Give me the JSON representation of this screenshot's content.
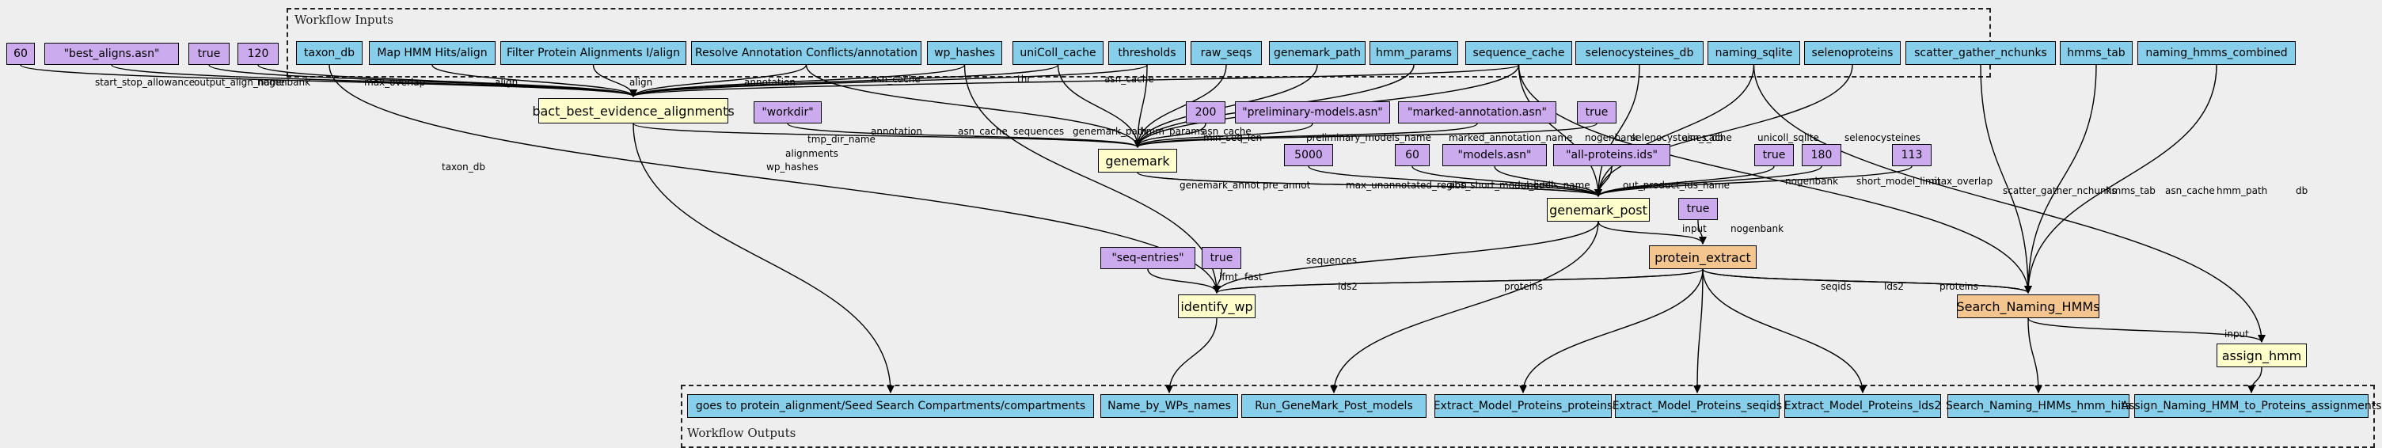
{
  "groups": {
    "inputs_title": "Workflow Inputs",
    "outputs_title": "Workflow Outputs"
  },
  "nodes": {
    "taxon_db": "taxon_db",
    "map_hmm": "Map HMM Hits/align",
    "filter_prot": "Filter Protein Alignments I/align",
    "resolve": "Resolve Annotation Conflicts/annotation",
    "wp_hashes": "wp_hashes",
    "unicoll_cache": "uniColl_cache",
    "thresholds": "thresholds",
    "raw_seqs": "raw_seqs",
    "genemark_path": "genemark_path",
    "hmm_params": "hmm_params",
    "sequence_cache": "sequence_cache",
    "selenocysteines_db": "selenocysteines_db",
    "naming_sqlite": "naming_sqlite",
    "selenoproteins": "selenoproteins",
    "scatter_gather_nchunks": "scatter_gather_nchunks",
    "hmms_tab": "hmms_tab",
    "naming_hmms_combined": "naming_hmms_combined",
    "p60a": "60",
    "best_aligns": "\"best_aligns.asn\"",
    "true1": "true",
    "p120": "120",
    "workdir": "\"workdir\"",
    "p200": "200",
    "prelim": "\"preliminary-models.asn\"",
    "marked": "\"marked-annotation.asn\"",
    "true2": "true",
    "p5000": "5000",
    "p60b": "60",
    "models": "\"models.asn\"",
    "allprot": "\"all-proteins.ids\"",
    "true3": "true",
    "p180": "180",
    "p113": "113",
    "true4": "true",
    "seq_entries": "\"seq-entries\"",
    "true5": "true",
    "bact": "bact_best_evidence_alignments",
    "genemark": "genemark",
    "genemark_post": "genemark_post",
    "protein_extract": "protein_extract",
    "identify_wp": "identify_wp",
    "search_naming": "Search_Naming_HMMs",
    "assign_hmm": "assign_hmm",
    "out_compartments": "goes to protein_alignment/Seed Search Compartments/compartments",
    "out_wp_names": "Name_by_WPs_names",
    "out_genemark_models": "Run_GeneMark_Post_models",
    "out_proteins": "Extract_Model_Proteins_proteins",
    "out_seqids": "Extract_Model_Proteins_seqids",
    "out_lds2": "Extract_Model_Proteins_lds2",
    "out_hmm_hits": "Search_Naming_HMMs_hmm_hits",
    "out_assignments": "Assign_Naming_HMM_to_Proteins_assignments"
  },
  "edge_labels": {
    "start_stop": "start_stop_allowance",
    "output_align": "output_align_name",
    "nogenbank": "nogenbank",
    "max_overlap": "max_overlap",
    "align": "align",
    "annotation": "annotation",
    "asn_cache": "asn_cache",
    "thr": "thr",
    "alignments": "alignments",
    "tmp_dir_name": "tmp_dir_name",
    "sequences": "sequences",
    "genemark_path": "genemark_path",
    "hmm_params": "hmm_params",
    "min_seq_len": "min_seq_len",
    "preliminary_models_name": "preliminary_models_name",
    "marked_annotation_name": "marked_annotation_name",
    "selenocysteines_db": "selenocysteines_db",
    "unicoll_sqlite": "unicoll_sqlite",
    "selenocysteines": "selenocysteines",
    "genemark_annot": "genemark_annot",
    "pre_annot": "pre_annot",
    "max_unannotated_region": "max_unannotated_region",
    "abs_short_model_limit": "abs_short_model_limit",
    "models_name": "models_name",
    "out_product_ids_name": "out_product_ids_name",
    "short_model_limit": "short_model_limit",
    "input": "input",
    "taxon_db": "taxon_db",
    "wp_hashes": "wp_hashes",
    "ifmt": "ifmt",
    "fast": "fast",
    "lds2": "lds2",
    "proteins": "proteins",
    "seqids": "seqids",
    "scatter_gather_nchunks": "scatter_gather_nchunks",
    "hmms_tab": "hmms_tab",
    "hmm_path": "hmm_path",
    "db": "db"
  }
}
